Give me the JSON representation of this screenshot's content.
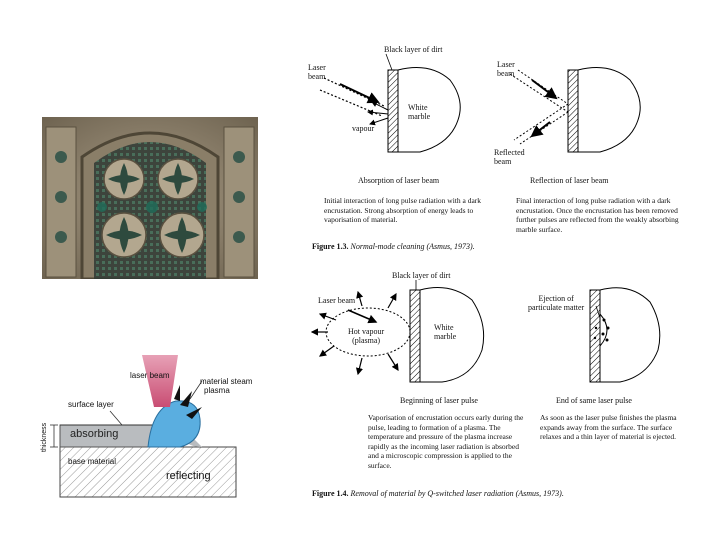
{
  "photo": {
    "subject": "stone tracery window"
  },
  "fig13": {
    "left": {
      "label_dirt": "Black layer of dirt",
      "label_laser": "Laser\nbeam",
      "label_marble": "White\nmarble",
      "label_vapour": "vapour",
      "subtitle": "Absorption of laser beam",
      "description": "Initial interaction of long pulse radiation with a dark encrustation. Strong absorption of energy leads to vaporisation of material."
    },
    "right": {
      "label_laser": "Laser\nbeam",
      "label_reflected": "Reflected\nbeam",
      "subtitle": "Reflection of laser beam",
      "description": "Final interaction of long pulse radiation with a dark encrustation. Once the encrustation has been removed further pulses are reflected from the weakly absorbing marble surface."
    },
    "caption_bold": "Figure 1.3.",
    "caption_italic": "Normal-mode cleaning (Asmus, 1973)."
  },
  "fig14": {
    "left": {
      "label_dirt": "Black layer of dirt",
      "label_laser": "Laser beam",
      "label_vapour": "Hot vapour\n(plasma)",
      "label_marble": "White\nmarble",
      "subtitle": "Beginning of laser pulse",
      "description": "Vaporisation of encrustation occurs early during the pulse, leading to formation of a plasma. The temperature and pressure of the plasma increase rapidly as the incoming laser radiation is absorbed and a microscopic compression is applied to the surface."
    },
    "right": {
      "label_ejection": "Ejection of\nparticulate matter",
      "subtitle": "End of same laser pulse",
      "description": "As soon as the laser pulse finishes the plasma expands away from the surface. The surface relaxes and a thin layer of material is ejected."
    },
    "caption_bold": "Figure 1.4.",
    "caption_italic": "Removal of material by Q-switched laser radiation (Asmus, 1973)."
  },
  "schematic": {
    "laser_beam": "laser beam",
    "material_steam": "material steam",
    "plasma": "plasma",
    "surface_layer": "surface layer",
    "thickness": "thickness",
    "absorbing": "absorbing",
    "base_material": "base material",
    "reflecting": "reflecting"
  },
  "colors": {
    "laser_pink": "#d9668a",
    "plasma_blue": "#5aaee0",
    "absorbing_grey": "#b9bcbf",
    "base_hatch": "#9a9a9a"
  }
}
